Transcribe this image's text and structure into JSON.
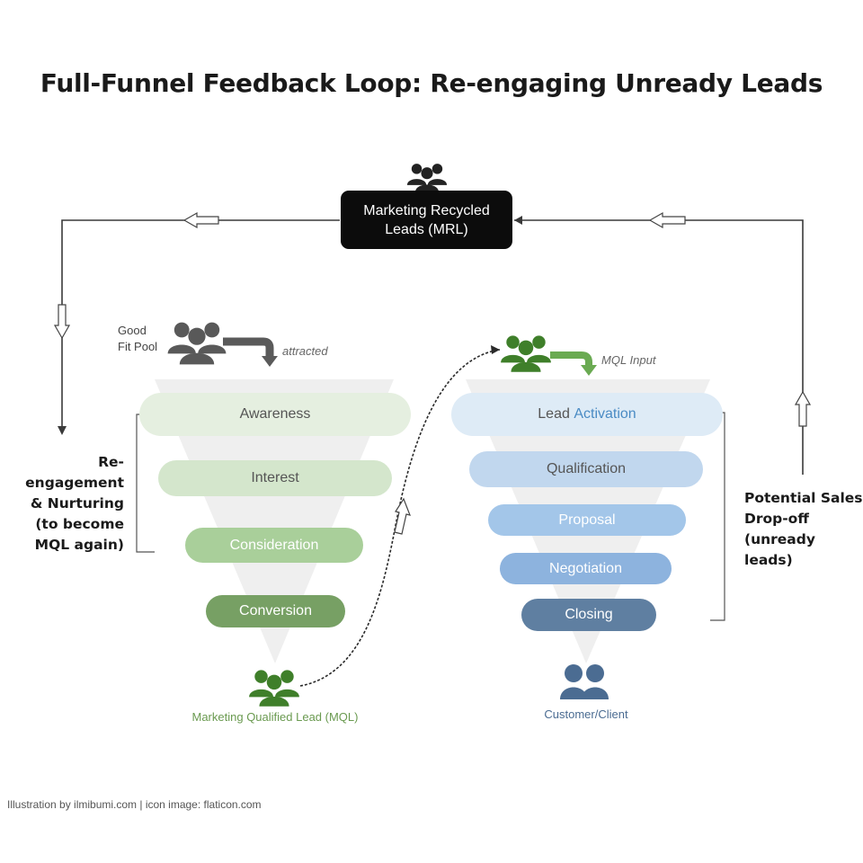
{
  "title": "Full-Funnel Feedback Loop: Re-engaging Unready Leads",
  "mrl": {
    "label": "Marketing Recycled\nLeads (MRL)",
    "icon": "group-icon"
  },
  "good_fit_pool": {
    "label": "Good\nFit Pool",
    "note": "attracted",
    "icon": "group-icon"
  },
  "marketing_funnel": {
    "stages": [
      "Awareness",
      "Interest",
      "Consideration",
      "Conversion"
    ],
    "output_label": "Marketing Qualified Lead (MQL)",
    "colors": [
      "#e5efe0",
      "#d4e6cc",
      "#a9cf9a",
      "#77a064"
    ]
  },
  "sales_funnel": {
    "input_note": "MQL Input",
    "stages": [
      {
        "text": "Lead ",
        "accent": "Activation"
      },
      {
        "text": "Qualification"
      },
      {
        "text": "Proposal"
      },
      {
        "text": "Negotiation"
      },
      {
        "text": "Closing"
      }
    ],
    "output_label": "Customer/Client",
    "colors": [
      "#deebf6",
      "#c1d7ee",
      "#a3c6e9",
      "#8db3de",
      "#5f7fa1"
    ],
    "accent_color": "#4a8bc4"
  },
  "left_note": "Re-engagement\n& Nurturing\n(to become\nMQL again)",
  "right_note": "Potential Sales\nDrop-off\n(unready leads)",
  "colors": {
    "brand_green": "#3f7f2a",
    "icon_gray": "#595959",
    "icon_blue": "#4b6c92",
    "arrow_gray": "#3a3a3a"
  },
  "credit": "Illustration by ilmibumi.com | icon image: flaticon.com"
}
